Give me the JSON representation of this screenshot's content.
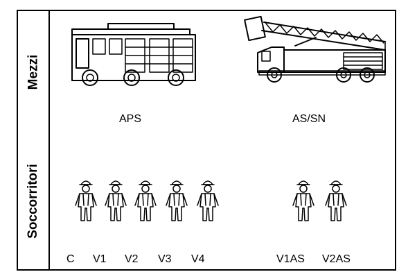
{
  "rows": {
    "vehicles": "Mezzi",
    "rescuers": "Soccorritori"
  },
  "vehicles": [
    {
      "id": "aps",
      "label": "APS"
    },
    {
      "id": "as_sn",
      "label": "AS/SN"
    }
  ],
  "rescuers": [
    {
      "label": "C"
    },
    {
      "label": "V1"
    },
    {
      "label": "V2"
    },
    {
      "label": "V3"
    },
    {
      "label": "V4"
    },
    {
      "label": "V1AS"
    },
    {
      "label": "V2AS"
    }
  ],
  "icons": {
    "vehicle_aps": "fire-engine-icon",
    "vehicle_as_sn": "aerial-ladder-truck-icon",
    "rescuer": "firefighter-icon"
  }
}
